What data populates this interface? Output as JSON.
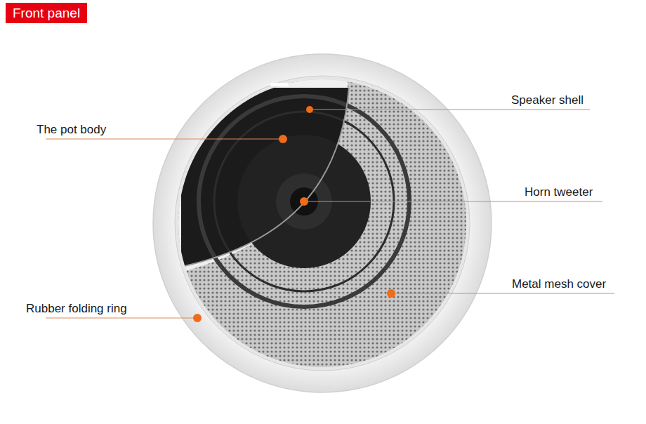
{
  "diagram": {
    "title": "Front panel",
    "labels": [
      "Speaker shell",
      "The pot body",
      "Horn tweeter",
      "Metal mesh cover",
      "Rubber folding ring"
    ]
  }
}
